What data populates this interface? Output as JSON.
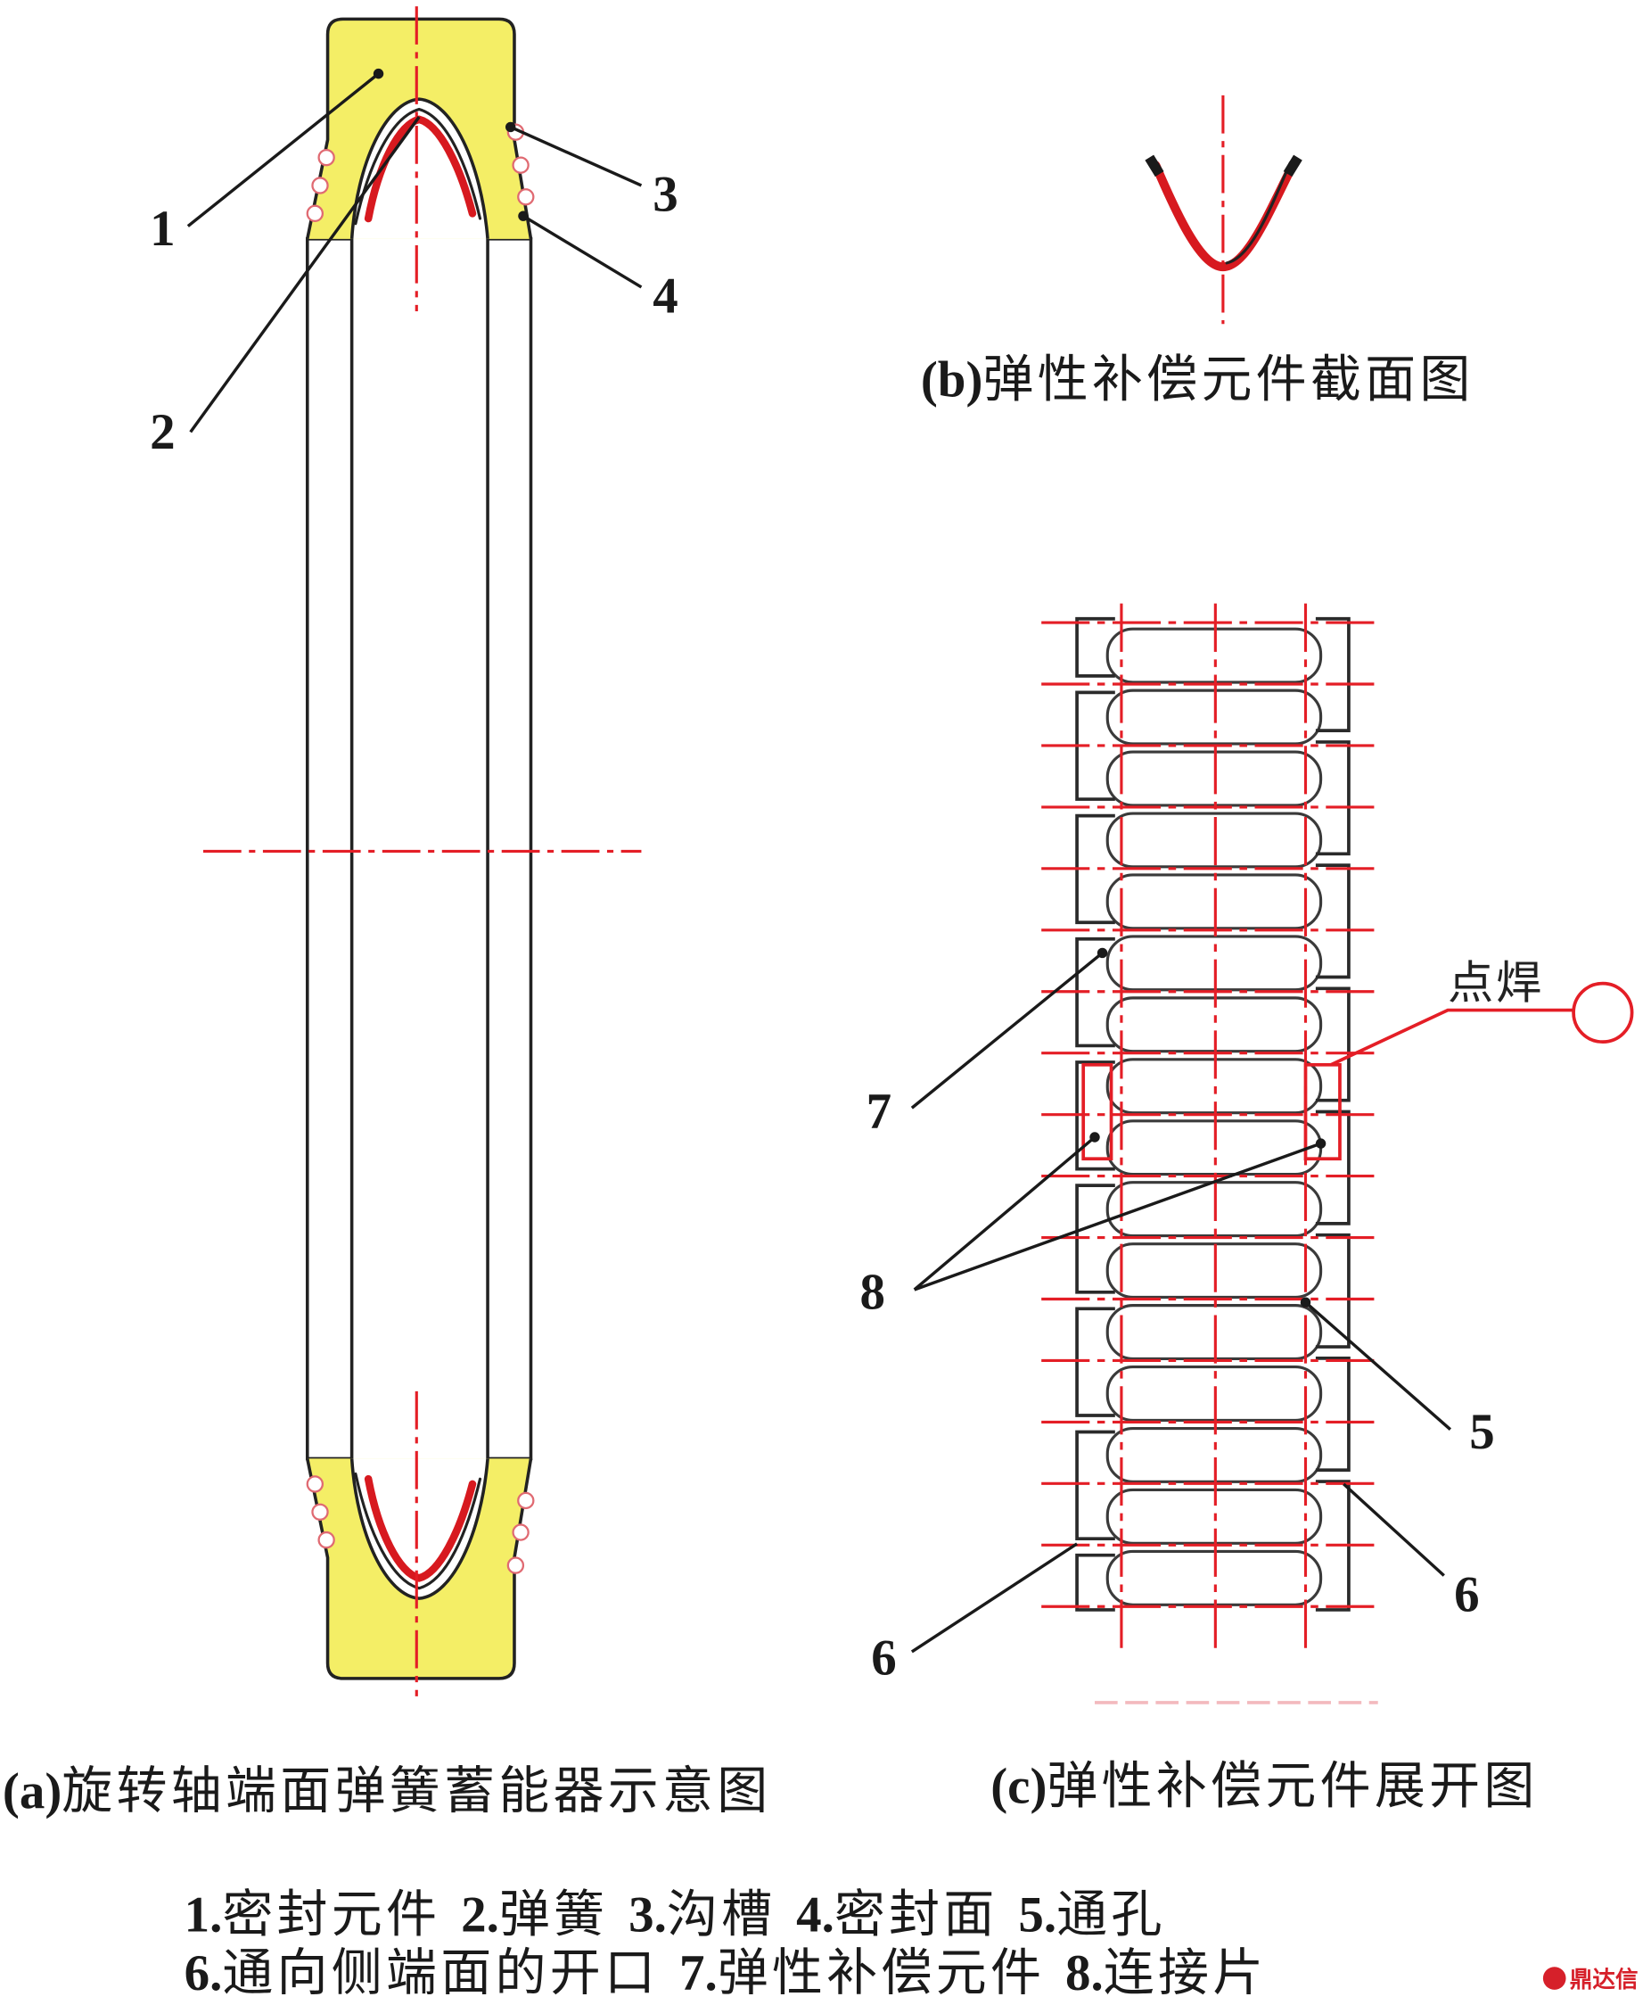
{
  "figure_a": {
    "caption_label": "(a)",
    "caption_text": "旋转轴端面弹簧蓄能器示意图",
    "callouts": [
      "1",
      "2",
      "3",
      "4"
    ]
  },
  "figure_b": {
    "caption_label": "(b)",
    "caption_text": "弹性补偿元件截面图"
  },
  "figure_c": {
    "caption_label": "(c)",
    "caption_text": "弹性补偿元件展开图",
    "callouts": {
      "element": "7",
      "tabs": "8",
      "hole": "5",
      "opening_right": "6",
      "opening_left": "6"
    },
    "spot_weld_label": "点焊"
  },
  "legend": {
    "line1": [
      {
        "num": "1.",
        "text": "密封元件"
      },
      {
        "num": "2.",
        "text": "弹簧"
      },
      {
        "num": "3.",
        "text": "沟槽"
      },
      {
        "num": "4.",
        "text": "密封面"
      },
      {
        "num": "5.",
        "text": "通孔"
      }
    ],
    "line2": [
      {
        "num": "6.",
        "text": "通向侧端面的开口"
      },
      {
        "num": "7.",
        "text": "弹性补偿元件"
      },
      {
        "num": "8.",
        "text": "连接片"
      }
    ]
  },
  "watermark": "鼎达信",
  "colors": {
    "seal_fill": "#f4ee66",
    "centerline": "#e41e26",
    "spring": "#d7191f",
    "outline": "#222222",
    "watermark": "#d6202a"
  }
}
